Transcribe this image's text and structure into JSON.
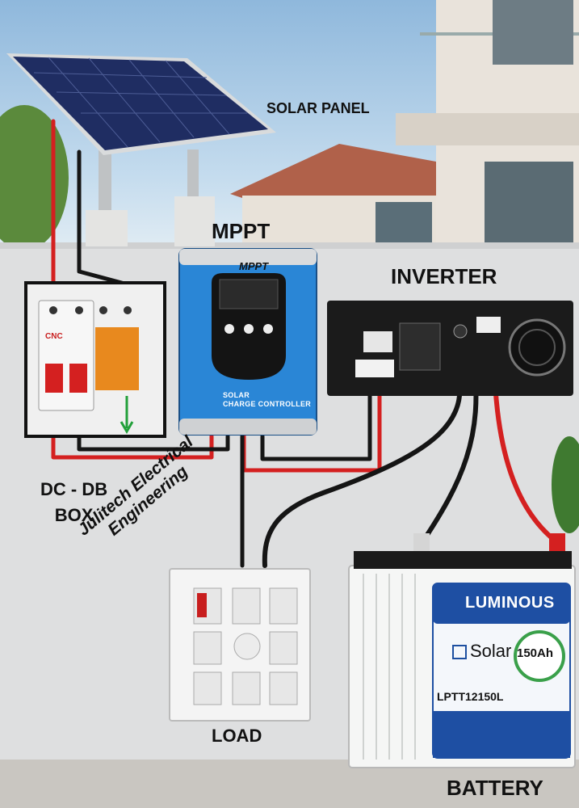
{
  "labels": {
    "solar_panel": "SOLAR PANEL",
    "mppt": "MPPT",
    "inverter": "INVERTER",
    "dc_db_line1": "DC - DB",
    "dc_db_line2": "BOX",
    "load": "LOAD",
    "battery": "BATTERY"
  },
  "credit": {
    "line1": "Julitech Electrical",
    "line2": "Engineering"
  },
  "controller": {
    "brand": "MPPT",
    "line1": "SOLAR",
    "line2": "CHARGE CONTROLLER"
  },
  "breaker": {
    "brand": "CNC"
  },
  "battery_unit": {
    "brand": "LUMINOUS",
    "product": "Solar",
    "capacity": "150Ah",
    "model": "LPTT12150L"
  },
  "colors": {
    "controller_blue": "#2a86d6",
    "wire_red": "#d42020",
    "wire_black": "#151515",
    "battery_label_blue": "#1e4fa3"
  }
}
